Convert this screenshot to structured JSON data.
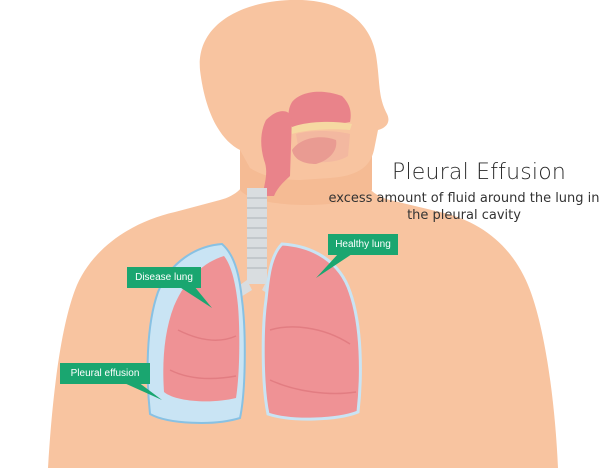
{
  "title": "Pleural Effusion",
  "subtitle_line1": "excess amount of fluid around the lung in",
  "subtitle_line2": "the pleural cavity",
  "labels": {
    "healthy": "Healthy lung",
    "disease": "Disease lung",
    "effusion": "Pleural effusion"
  },
  "colors": {
    "skin": "#f8c4a0",
    "skin_shadow": "#f1b48d",
    "lung": "#ef9295",
    "lung_dark": "#e27d82",
    "pleura": "#c9e4f4",
    "label_bg": "#1aa670"
  }
}
